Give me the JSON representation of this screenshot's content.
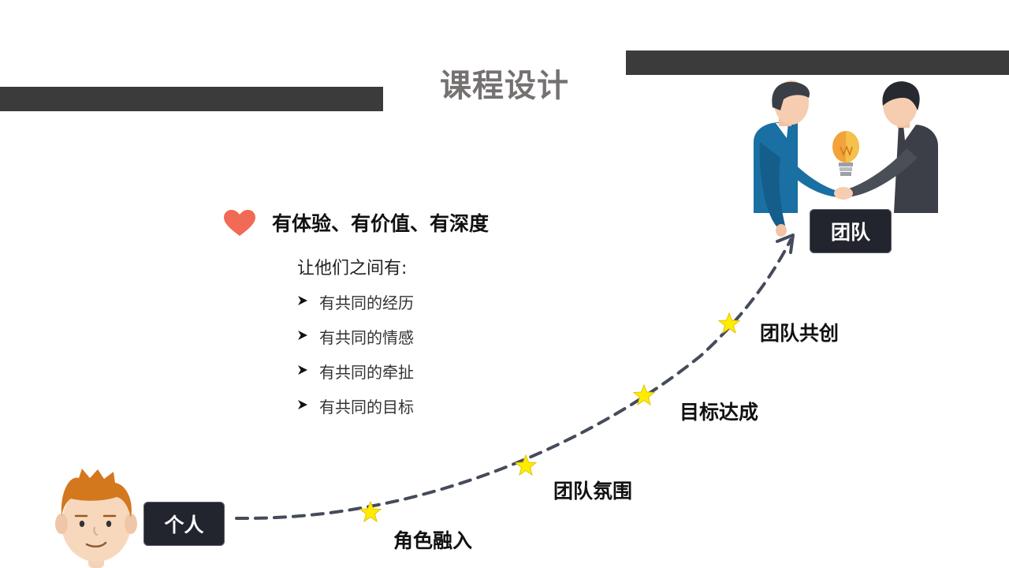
{
  "header": {
    "title": "课程设计"
  },
  "content": {
    "headline": "有体验、有价值、有深度",
    "intro": "让他们之间有:",
    "bullets": [
      "有共同的经历",
      "有共同的情感",
      "有共同的牵扯",
      "有共同的目标"
    ]
  },
  "diagram": {
    "start_label": "个人",
    "end_label": "团队",
    "stages": [
      "角色融入",
      "团队氛围",
      "目标达成",
      "团队共创"
    ]
  },
  "colors": {
    "bar": "#3b3b3b",
    "title": "#767171",
    "heart": "#f06a55",
    "path": "#454b5a",
    "star": "#ffec00",
    "tag": "#22252d"
  },
  "icons": {
    "heart": "heart-icon",
    "bullet": "arrow-bullet-icon",
    "stage_marker": "star-icon",
    "person": "boy-avatar-illustration",
    "team": "handshake-lightbulb-illustration"
  }
}
